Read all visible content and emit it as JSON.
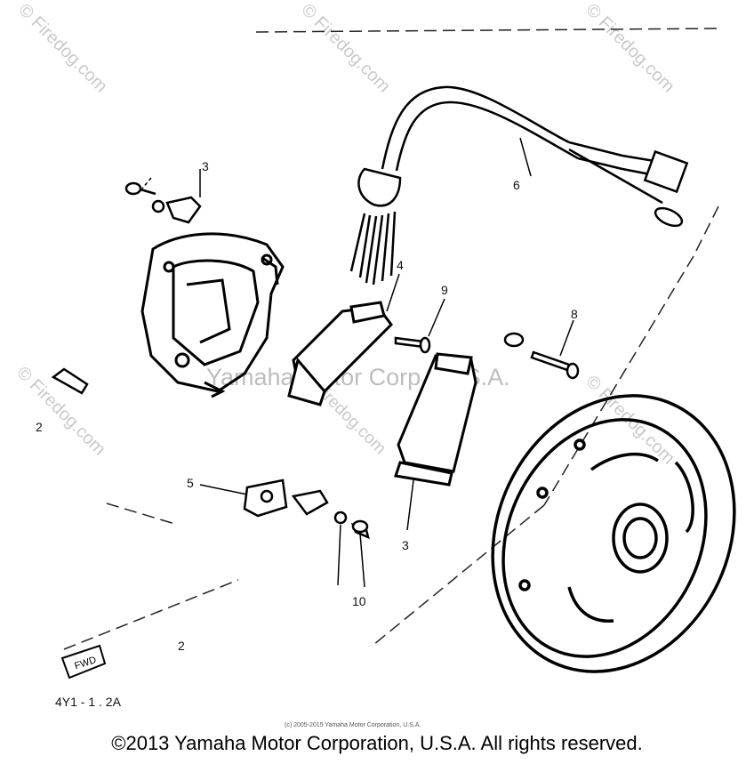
{
  "diagram": {
    "callouts": [
      "3",
      "4",
      "6",
      "9",
      "8",
      "2",
      "5",
      "3",
      "10",
      "2"
    ],
    "corner_code": "4Y1 - 1 . 2A",
    "fwd_label": "FWD"
  },
  "watermarks": {
    "site": "© Firedog.com",
    "center_brand": "Yamaha Motor Corp., U.S.A.",
    "center_site": "Firedog.com"
  },
  "footer": {
    "small_copyright": "(c) 2005-2015 Yamaha Motor Corporation, U.S.A.",
    "copyright": "©2013 Yamaha Motor Corporation, U.S.A. All rights reserved."
  }
}
